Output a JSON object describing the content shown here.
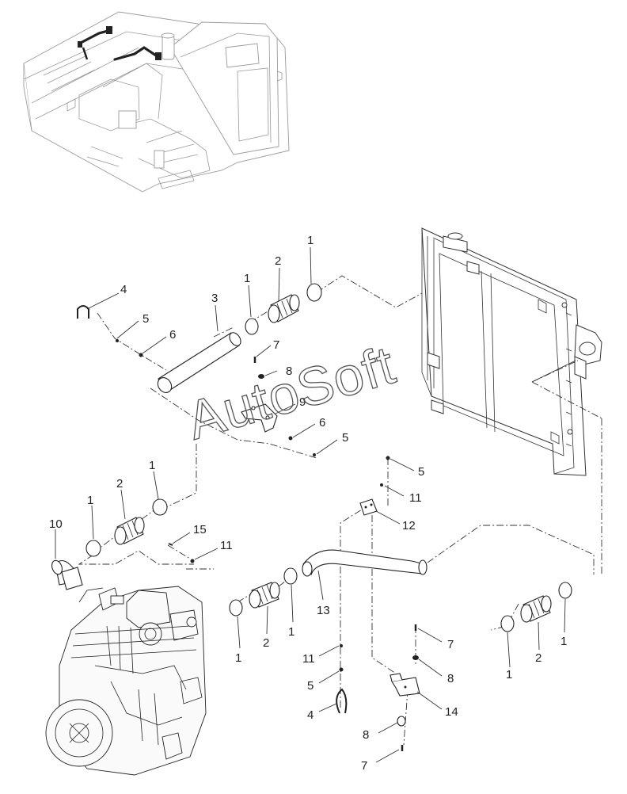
{
  "watermark": "AutoSoft",
  "callouts": [
    {
      "id": "c-1a",
      "label": "1"
    },
    {
      "id": "c-2a",
      "label": "2"
    },
    {
      "id": "c-1b",
      "label": "1"
    },
    {
      "id": "c-3",
      "label": "3"
    },
    {
      "id": "c-4a",
      "label": "4"
    },
    {
      "id": "c-5a",
      "label": "5"
    },
    {
      "id": "c-6a",
      "label": "6"
    },
    {
      "id": "c-7a",
      "label": "7"
    },
    {
      "id": "c-8a",
      "label": "8"
    },
    {
      "id": "c-9",
      "label": "9"
    },
    {
      "id": "c-6b",
      "label": "6"
    },
    {
      "id": "c-5b",
      "label": "5"
    },
    {
      "id": "c-1c",
      "label": "1"
    },
    {
      "id": "c-2b",
      "label": "2"
    },
    {
      "id": "c-1d",
      "label": "1"
    },
    {
      "id": "c-10",
      "label": "10"
    },
    {
      "id": "c-15",
      "label": "15"
    },
    {
      "id": "c-11a",
      "label": "11"
    },
    {
      "id": "c-5c",
      "label": "5"
    },
    {
      "id": "c-11b",
      "label": "11"
    },
    {
      "id": "c-12",
      "label": "12"
    },
    {
      "id": "c-13",
      "label": "13"
    },
    {
      "id": "c-1e",
      "label": "1"
    },
    {
      "id": "c-2c",
      "label": "2"
    },
    {
      "id": "c-1f",
      "label": "1"
    },
    {
      "id": "c-11c",
      "label": "11"
    },
    {
      "id": "c-5d",
      "label": "5"
    },
    {
      "id": "c-4b",
      "label": "4"
    },
    {
      "id": "c-7b",
      "label": "7"
    },
    {
      "id": "c-8b",
      "label": "8"
    },
    {
      "id": "c-14",
      "label": "14"
    },
    {
      "id": "c-8c",
      "label": "8"
    },
    {
      "id": "c-7c",
      "label": "7"
    },
    {
      "id": "c-1g",
      "label": "1"
    },
    {
      "id": "c-2d",
      "label": "2"
    },
    {
      "id": "c-1h",
      "label": "1"
    }
  ]
}
